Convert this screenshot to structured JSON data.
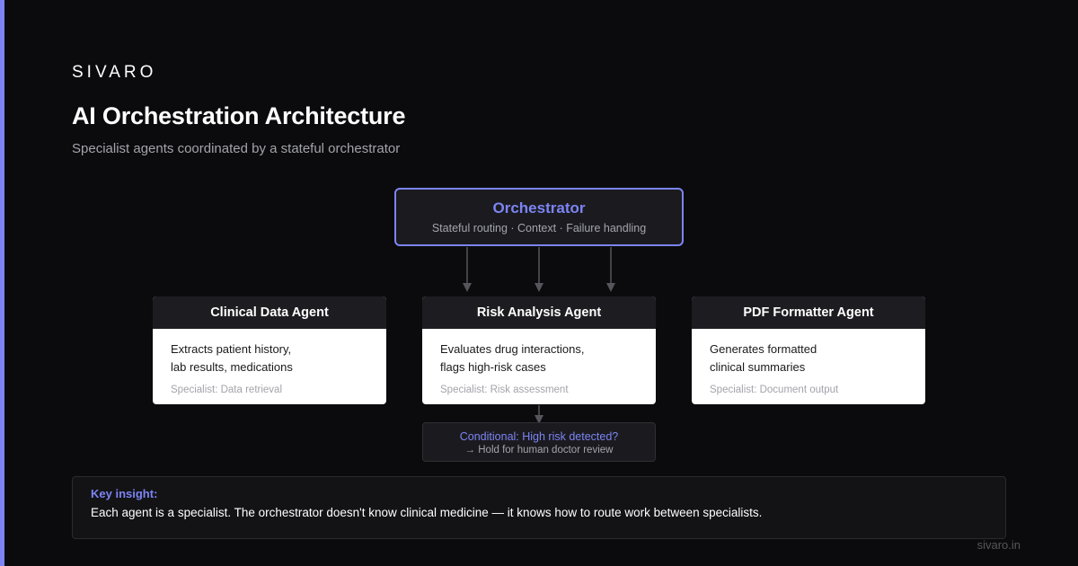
{
  "colors": {
    "accent": "#7c84f4",
    "background": "#0b0b0d",
    "card_header": "#1d1d21",
    "muted_text": "#a3a3ab"
  },
  "brand": "SIVARO",
  "title": "AI Orchestration Architecture",
  "subtitle": "Specialist agents coordinated by a stateful orchestrator",
  "orchestrator": {
    "title": "Orchestrator",
    "subtitle": "Stateful routing · Context · Failure handling"
  },
  "agents": [
    {
      "title": "Clinical Data Agent",
      "desc_line1": "Extracts patient history,",
      "desc_line2": "lab results, medications",
      "role": "Specialist: Data retrieval"
    },
    {
      "title": "Risk Analysis Agent",
      "desc_line1": "Evaluates drug interactions,",
      "desc_line2": "flags high-risk cases",
      "role": "Specialist: Risk assessment"
    },
    {
      "title": "PDF Formatter Agent",
      "desc_line1": "Generates formatted",
      "desc_line2": "clinical summaries",
      "role": "Specialist: Document output"
    }
  ],
  "conditional": {
    "title": "Conditional: High risk detected?",
    "subtitle": "→ Hold for human doctor review"
  },
  "insight": {
    "label": "Key insight:",
    "text": "Each agent is a specialist. The orchestrator doesn't know clinical medicine — it knows how to route work between specialists."
  },
  "footer": "sivaro.in"
}
